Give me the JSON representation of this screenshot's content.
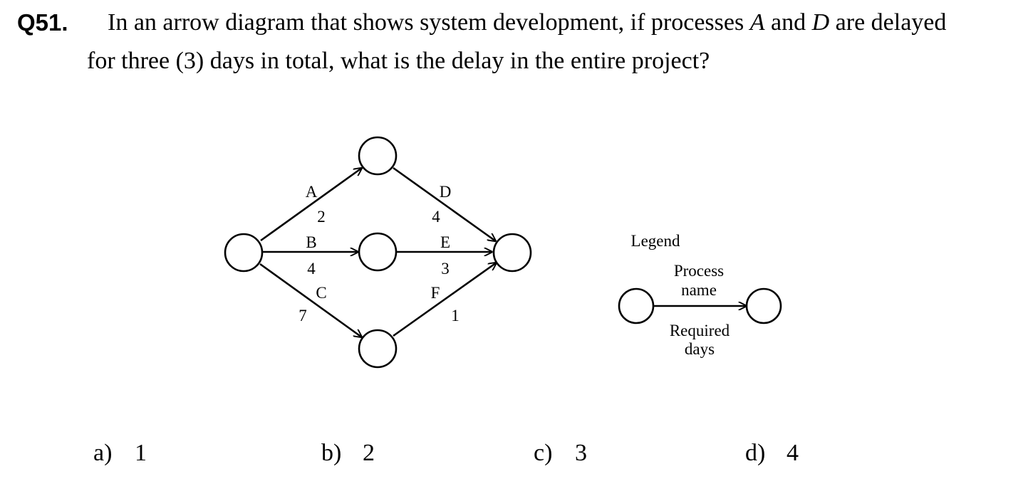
{
  "question": {
    "number": "Q51.",
    "line1": {
      "t1": "In an arrow diagram that shows system development, if processes ",
      "v1": "A",
      "t2": " and ",
      "v2": "D",
      "t3": " are delayed"
    },
    "line2": "for three (3) days in total, what is the delay in the entire project?"
  },
  "diagram": {
    "processes": [
      {
        "name": "A",
        "days": "2"
      },
      {
        "name": "B",
        "days": "4"
      },
      {
        "name": "C",
        "days": "7"
      },
      {
        "name": "D",
        "days": "4"
      },
      {
        "name": "E",
        "days": "3"
      },
      {
        "name": "F",
        "days": "1"
      }
    ],
    "legend": {
      "title": "Legend",
      "process_label_line1": "Process",
      "process_label_line2": "name",
      "days_label_line1": "Required",
      "days_label_line2": "days"
    }
  },
  "options": [
    {
      "letter": "a)",
      "value": "1"
    },
    {
      "letter": "b)",
      "value": "2"
    },
    {
      "letter": "c)",
      "value": "3"
    },
    {
      "letter": "d)",
      "value": "4"
    }
  ]
}
